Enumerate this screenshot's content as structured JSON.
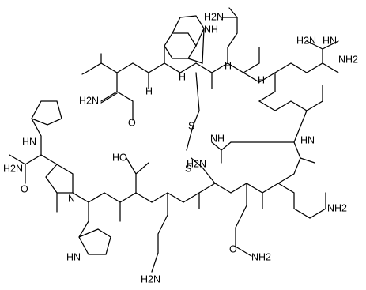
{
  "labels": {
    "nh2_trp_ring": "NH",
    "h2n_lys_top": "H2N",
    "nh2_arg_top": "NH2",
    "nh_arg_top": "HN",
    "h2n_arg_top": "H2N",
    "h2n_asn": "H2N",
    "o_asn": "O",
    "nh_top_1": "H",
    "nh_top_2": "H",
    "nh_top_3": "H",
    "nh_top_4": "H",
    "s_1": "S",
    "s_2": "S",
    "hn_his_top": "HN",
    "h2n_cterm": "H2N",
    "o_cterm": "O",
    "n_pro": "N",
    "nh_arg_mid": "NH",
    "h2n_arg_mid": "H2N",
    "hn_arg_mid": "HN",
    "ho_thr": "HO",
    "nh_lys_right": "NH2",
    "hn_his_bottom": "HN",
    "h2n_lys_bottom": "H2N",
    "o_gln": "O",
    "nh2_gln": "NH2"
  }
}
